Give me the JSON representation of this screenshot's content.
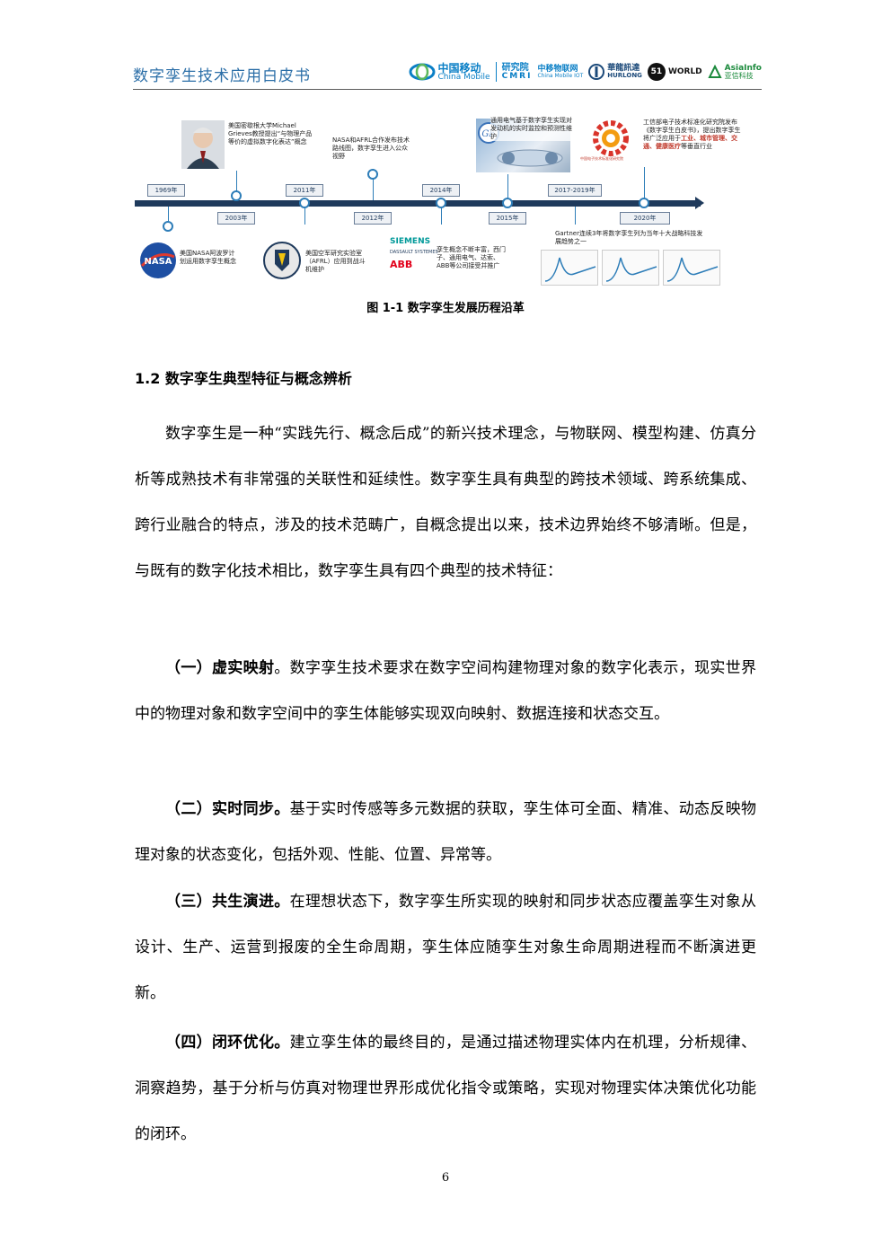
{
  "header": {
    "title": "数字孪生技术应用白皮书",
    "logos": {
      "china_mobile_cn": "中国移动",
      "china_mobile_en": "China Mobile",
      "cmri_cn": "研究院",
      "cmri_en": "CMRI",
      "cm_iot_cn": "中移物联网",
      "cm_iot_en": "China Mobile IOT",
      "hurlong_cn": "華龍訊達",
      "hurlong_en": "HURLONG",
      "world_num": "51",
      "world_text": "WORLD",
      "asiainfo_en": "AsiaInfo",
      "asiainfo_cn": "亚信科技"
    }
  },
  "figure": {
    "years": {
      "y1969": "1969年",
      "y2003": "2003年",
      "y2011": "2011年",
      "y2012": "2012年",
      "y2014": "2014年",
      "y2015": "2015年",
      "y2017": "2017-2019年",
      "y2020": "2020年"
    },
    "notes": {
      "michael": "美国密歇根大学Michael Grieves教授提出“与物理产品等价的虚拟数字化表达”概念",
      "nasa_afrl": "NASA和AFRL合作发布技术路线图，数字孪生进入公众视野",
      "ge": "通用电气基于数字孪生实现对发动机的实时监控和预测性维护",
      "miit": "工信部电子技术标准化研究院发布《数字孪生白皮书》，提出数字孪生将广泛应用于",
      "miit_hi": "工业、城市管理、交通、健康医疗",
      "miit_tail": "等垂直行业",
      "nasa1969": "美国NASA阿波罗计划运用数字孪生概念",
      "afrl": "美国空军研究实验室（AFRL）应用到战斗机维护",
      "siemens": "孪生概念不断丰富，西门子、通用电气、达索、ABB等公司接受并推广",
      "gartner": "Gartner连续3年将数字孪生列为当年十大战略科技发展趋势之一"
    },
    "logo_labels": {
      "nasa": "NASA",
      "siemens": "SIEMENS",
      "dassault": "DASSAULT SYSTEMES",
      "abb": "ABB",
      "miit_org": "中国电子技术标准化研究院"
    },
    "caption": "图 1-1  数字孪生发展历程沿革"
  },
  "section": {
    "title": "1.2  数字孪生典型特征与概念辨析"
  },
  "paragraphs": {
    "intro": "数字孪生是一种“实践先行、概念后成”的新兴技术理念，与物联网、模型构建、仿真分析等成熟技术有非常强的关联性和延续性。数字孪生具有典型的跨技术领域、跨系统集成、跨行业融合的特点，涉及的技术范畴广，自概念提出以来，技术边界始终不够清晰。但是，与既有的数字化技术相比，数字孪生具有四个典型的技术特征：",
    "p1_title": "（一）虚实映射",
    "p1_body": "。数字孪生技术要求在数字空间构建物理对象的数字化表示，现实世界中的物理对象和数字空间中的孪生体能够实现双向映射、数据连接和状态交互。",
    "p2_title": "（二）实时同步。",
    "p2_body": "基于实时传感等多元数据的获取，孪生体可全面、精准、动态反映物理对象的状态变化，包括外观、性能、位置、异常等。",
    "p3_title": "（三）共生演进。",
    "p3_body": "在理想状态下，数字孪生所实现的映射和同步状态应覆盖孪生对象从设计、生产、运营到报废的全生命周期，孪生体应随孪生对象生命周期进程而不断演进更新。",
    "p4_title": "（四）闭环优化。",
    "p4_body": "建立孪生体的最终目的，是通过描述物理实体内在机理，分析规律、洞察趋势，基于分析与仿真对物理世界形成优化指令或策略，实现对物理实体决策优化功能的闭环。"
  },
  "footer": {
    "page": "6"
  },
  "colors": {
    "header_title": "#2c6fa8",
    "timeline": "#1f3a5c",
    "node": "#2d7db8",
    "highlight": "#c0392b"
  }
}
